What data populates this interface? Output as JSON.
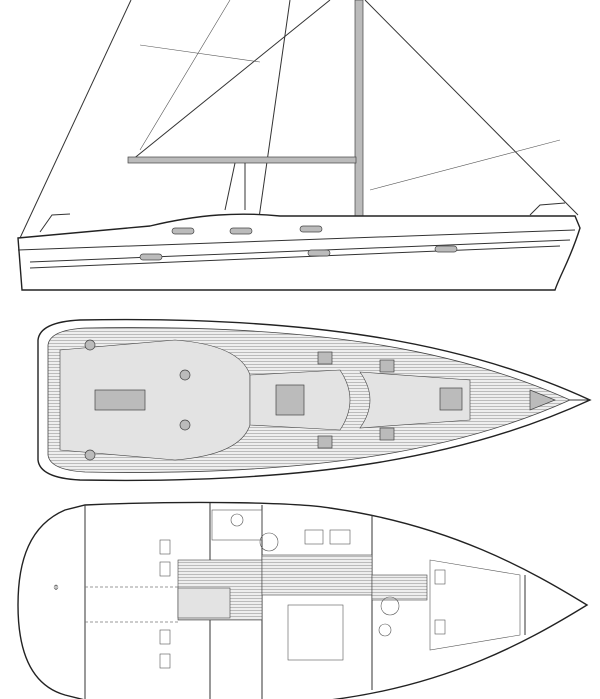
{
  "colors": {
    "line": "#333333",
    "background": "#ffffff",
    "fill": "#bbbbbb"
  },
  "views": [
    "side-profile",
    "deck-plan",
    "interior-layout"
  ]
}
